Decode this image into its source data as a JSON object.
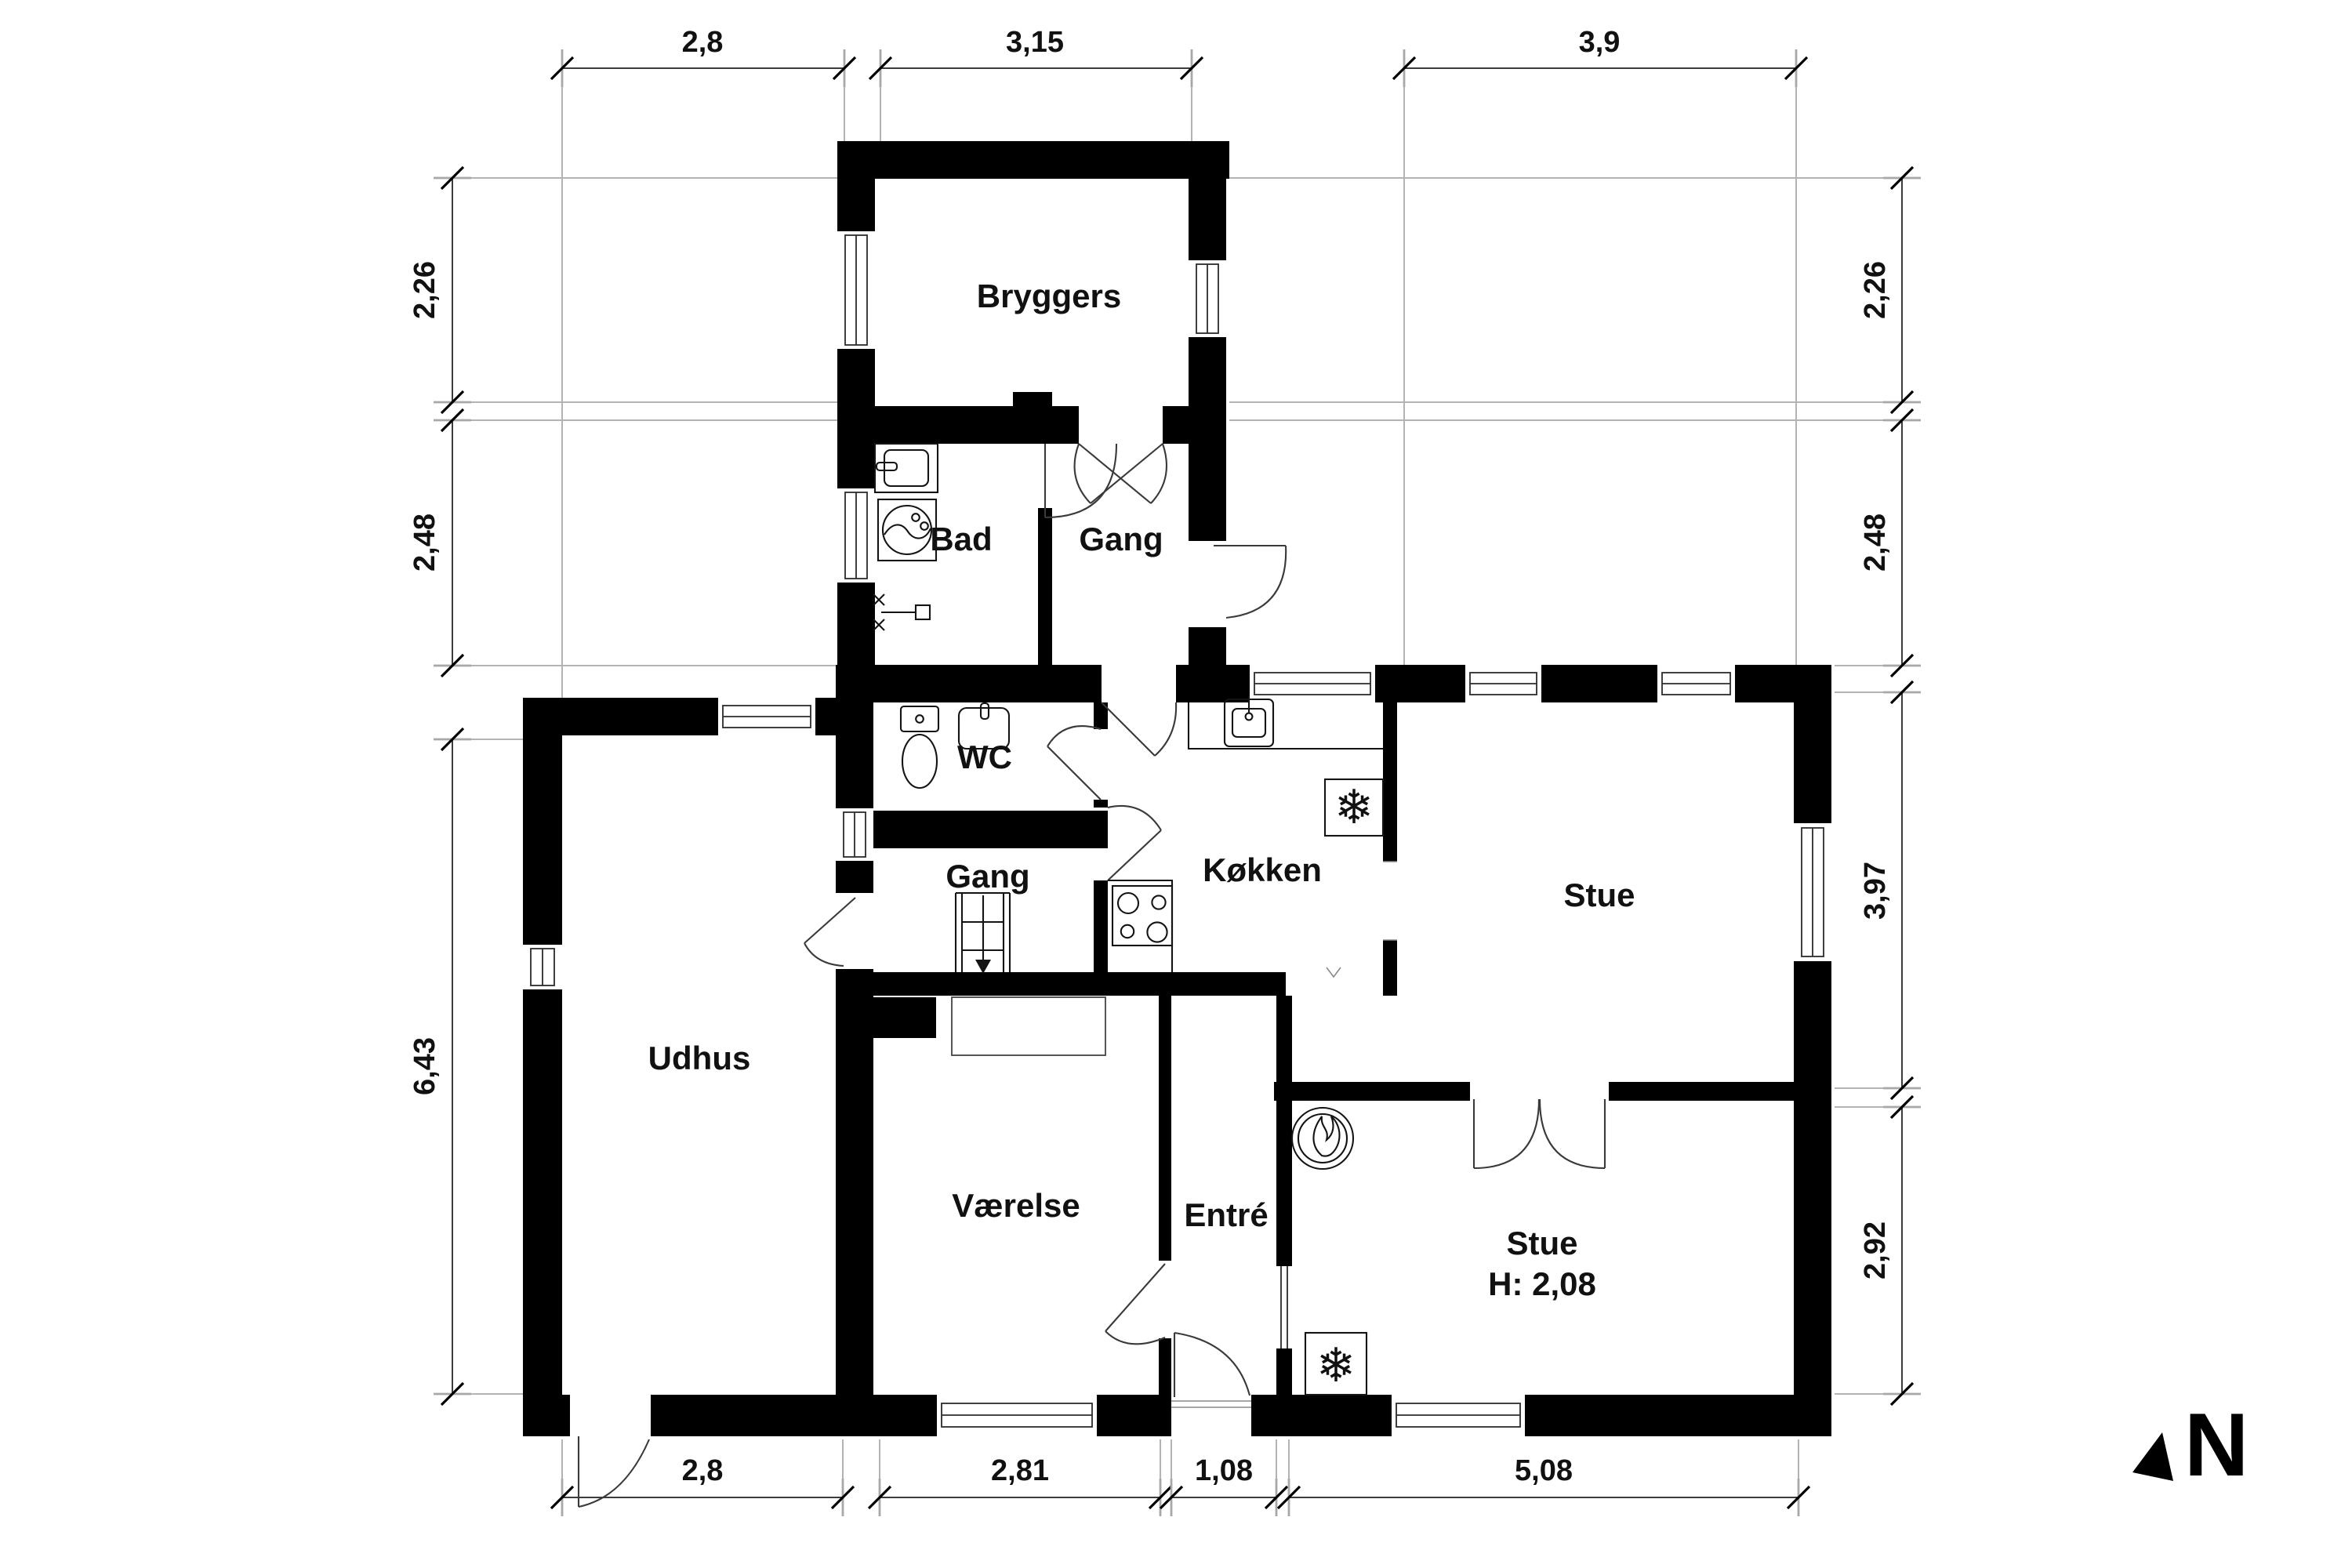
{
  "rooms": {
    "bryggers": "Bryggers",
    "bad": "Bad",
    "gang_upper": "Gang",
    "wc": "WC",
    "gang_lower": "Gang",
    "kokken": "Køkken",
    "stue_upper": "Stue",
    "udhus": "Udhus",
    "vaerelse": "Værelse",
    "entre": "Entré",
    "stue_lower": "Stue",
    "stue_lower_height": "H: 2,08"
  },
  "dimensions": {
    "top": [
      "2,8",
      "3,15",
      "3,9"
    ],
    "left": [
      "2,26",
      "2,48",
      "6,43"
    ],
    "right": [
      "2,26",
      "2,48",
      "3,97",
      "2,92"
    ],
    "bottom": [
      "2,8",
      "2,81",
      "1,08",
      "5,08"
    ]
  },
  "compass": {
    "north_label": "N"
  },
  "icons": {
    "snowflake_glyph": "❄"
  },
  "colors": {
    "walls": "#000000",
    "background": "#ffffff",
    "dimension_text": "#111111",
    "extension_lines": "#b3b3b3"
  }
}
